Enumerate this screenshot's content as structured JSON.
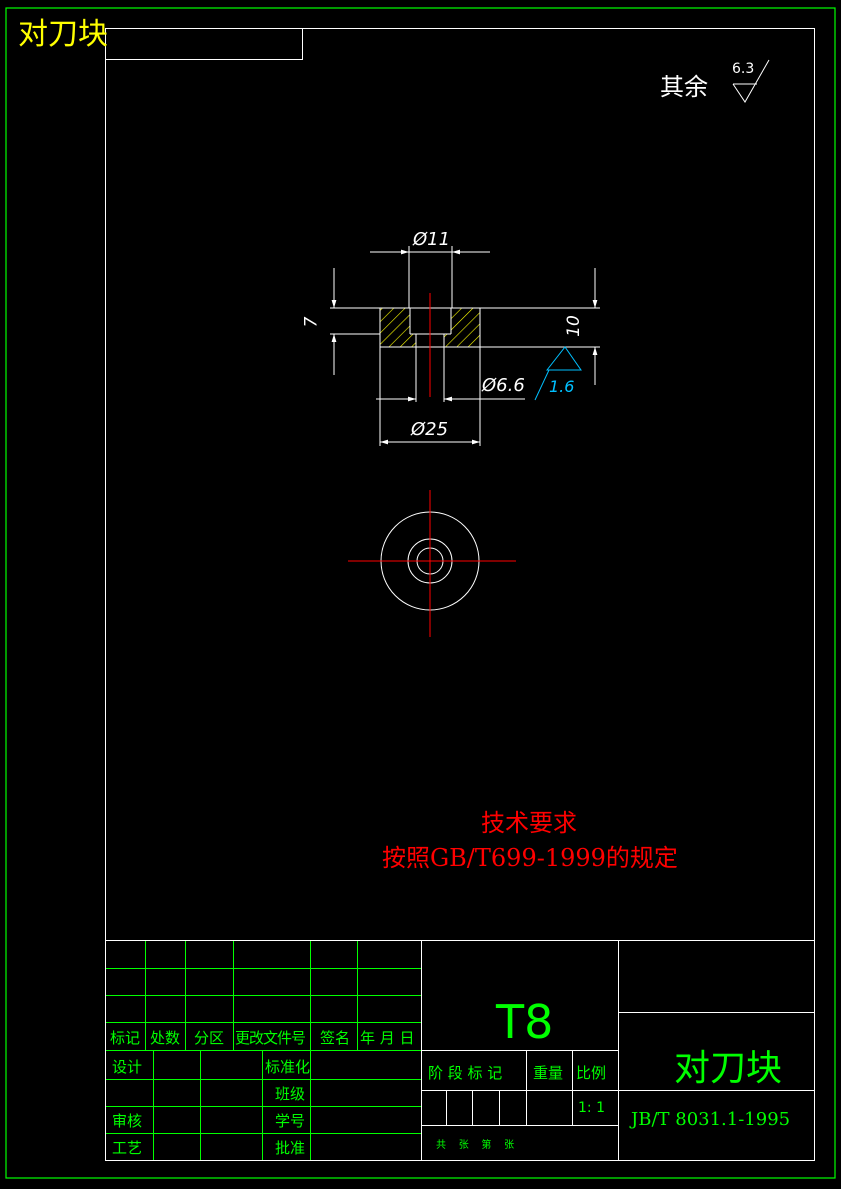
{
  "header": {
    "corner_title": "对刀块"
  },
  "surface_note": {
    "prefix": "其余",
    "roughness": "6.3"
  },
  "dimensions": {
    "d11": "Ø11",
    "d25": "Ø25",
    "d6_6": "Ø6.6",
    "h7": "7",
    "h10": "10",
    "roughness_hole": "1.6"
  },
  "tech_requirements": {
    "title": "技术要求",
    "body": "按照GB/T699-1999的规定"
  },
  "title_block": {
    "material": "T8",
    "part_name": "对刀块",
    "standard": "JB/T 8031.1-1995",
    "scale": "1: 1",
    "rev_headers": [
      "标记",
      "处数",
      "分区",
      "更改文件号",
      "签名",
      "年 月 日"
    ],
    "labels": {
      "design": "设计",
      "standardize": "标准化",
      "class": "班级",
      "review": "审核",
      "student_no": "学号",
      "process": "工艺",
      "approve": "批准",
      "stage_mark": "阶 段 标 记",
      "weight": "重量",
      "ratio": "比例",
      "sheets": "共    张    第    张"
    }
  },
  "colors": {
    "frame": "#00ff00",
    "lines": "#ffffff",
    "centerline": "#ff0000",
    "note_text": "#ff0000",
    "tb_text": "#00ff00",
    "corner_title": "#ffff00",
    "roughness_cyan": "#00c0ff"
  }
}
